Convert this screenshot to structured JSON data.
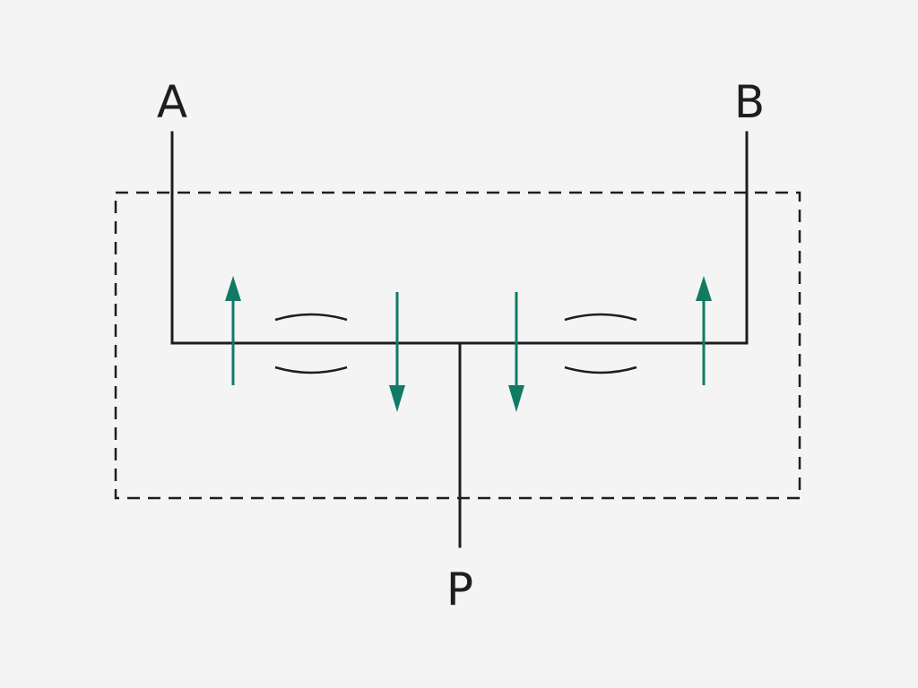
{
  "ports": {
    "a": "A",
    "b": "B",
    "p": "P"
  },
  "colors": {
    "line": "#1e1e1e",
    "arrow": "#117a65",
    "background": "#f4f4f4"
  },
  "arrows": [
    {
      "id": "arrow-a-up",
      "direction": "up"
    },
    {
      "id": "arrow-center-left-down",
      "direction": "down"
    },
    {
      "id": "arrow-center-right-down",
      "direction": "down"
    },
    {
      "id": "arrow-b-up",
      "direction": "up"
    }
  ],
  "restrictors": [
    {
      "id": "orifice-left"
    },
    {
      "id": "orifice-right"
    }
  ]
}
